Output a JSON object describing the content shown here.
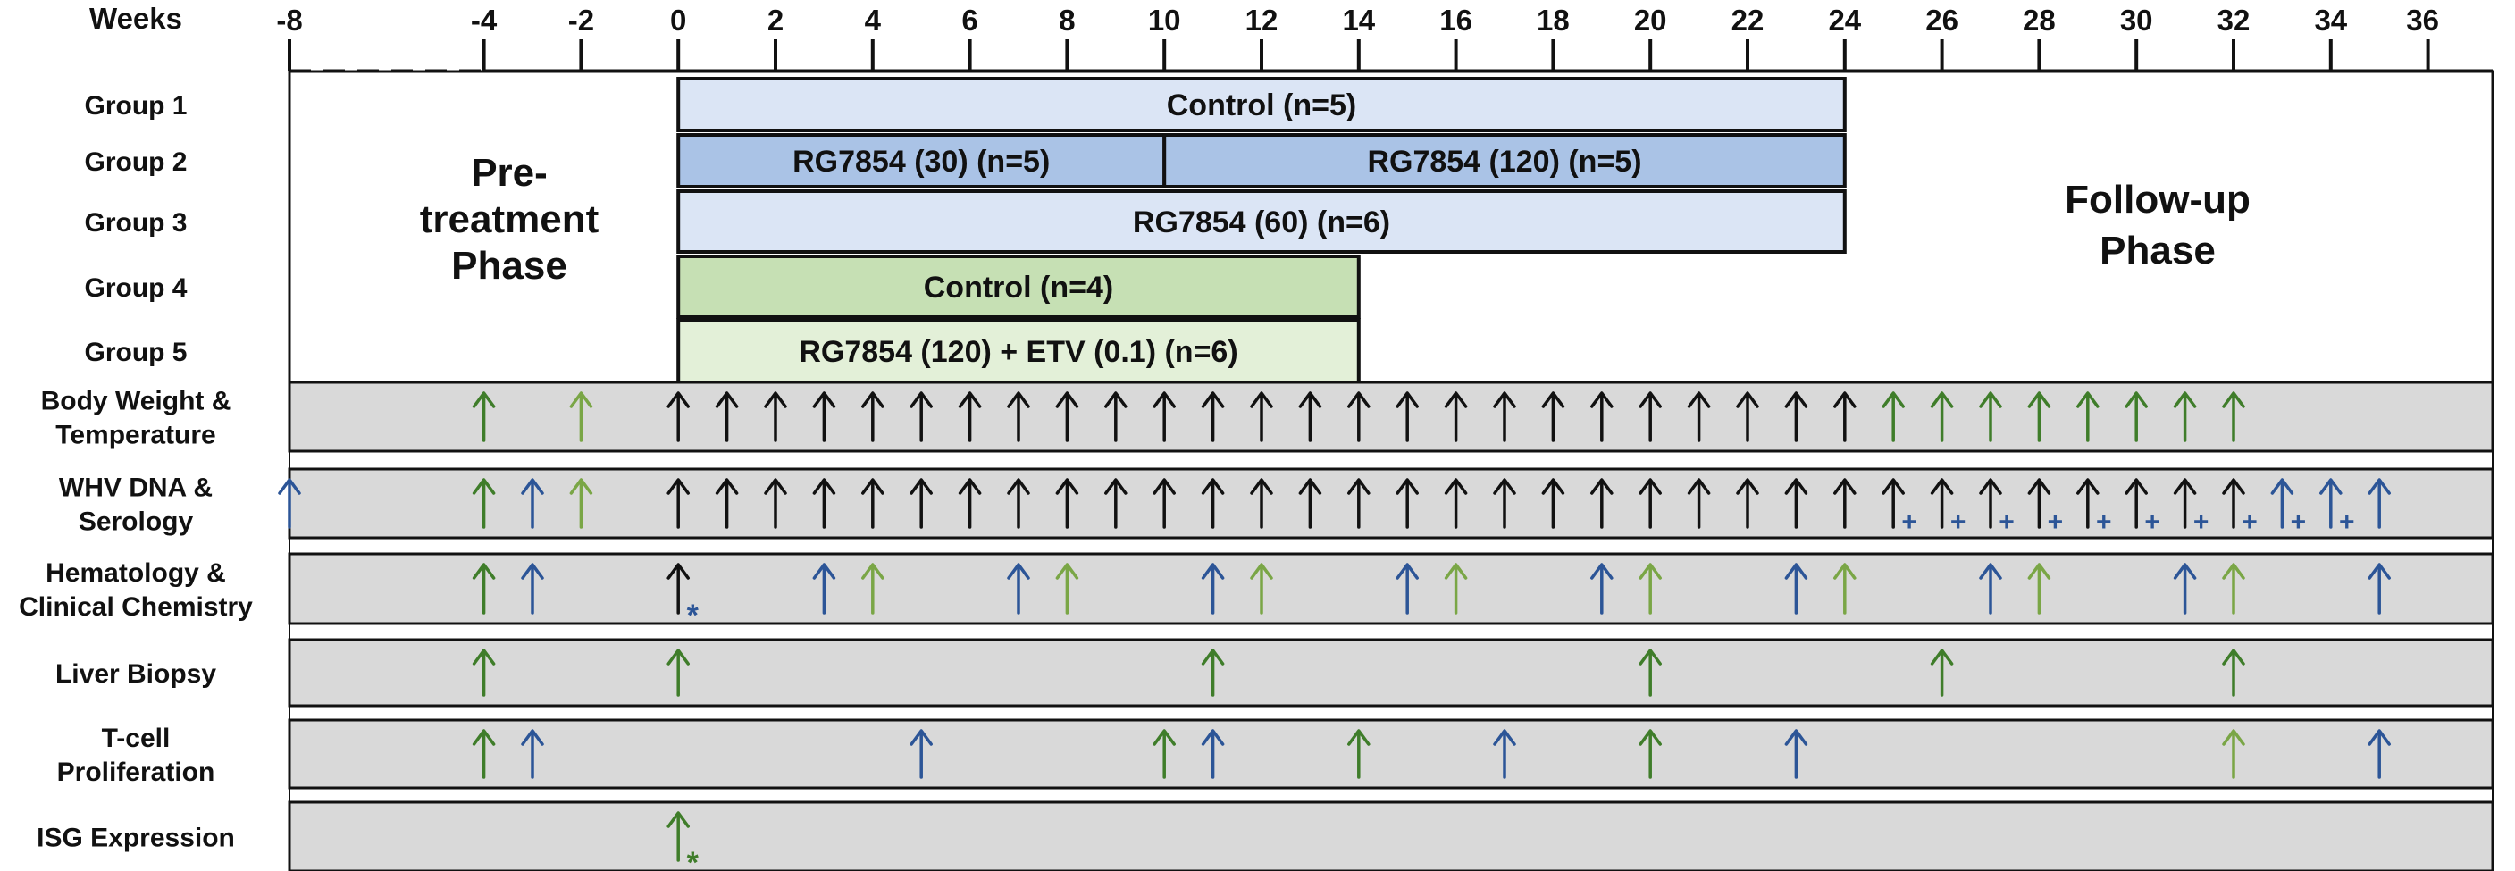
{
  "axis": {
    "label": "Weeks",
    "ticks": [
      -8,
      -4,
      -2,
      0,
      2,
      4,
      6,
      8,
      10,
      12,
      14,
      16,
      18,
      20,
      22,
      24,
      26,
      28,
      30,
      32,
      34,
      36
    ],
    "range": [
      -8,
      36
    ]
  },
  "colors": {
    "black": "#111111",
    "dark_green": "#3f7d2a",
    "light_green": "#7aa646",
    "blue": "#2c5597",
    "bar_light_blue": "#dbe5f5",
    "bar_mid_blue": "#aac3e6",
    "bar_green": "#c6e0b4",
    "bar_light_green": "#e3f0d8",
    "panel_gray": "#d9d9d9"
  },
  "groups": [
    {
      "label": "Group 1",
      "bars": [
        {
          "text": "Control (n=5)",
          "start": 0,
          "end": 24,
          "color": "bar_light_blue"
        }
      ]
    },
    {
      "label": "Group 2",
      "bars": [
        {
          "text": "RG7854 (30) (n=5)",
          "start": 0,
          "end": 10,
          "color": "bar_mid_blue"
        },
        {
          "text": "RG7854 (120) (n=5)",
          "start": 10,
          "end": 24,
          "color": "bar_mid_blue"
        }
      ]
    },
    {
      "label": "Group 3",
      "bars": [
        {
          "text": "RG7854 (60) (n=6)",
          "start": 0,
          "end": 24,
          "color": "bar_light_blue"
        }
      ]
    },
    {
      "label": "Group 4",
      "bars": [
        {
          "text": "Control (n=4)",
          "start": 0,
          "end": 14,
          "color": "bar_green"
        }
      ]
    },
    {
      "label": "Group 5",
      "bars": [
        {
          "text": "RG7854 (120) + ETV (0.1) (n=6)",
          "start": 0,
          "end": 14,
          "color": "bar_light_green"
        }
      ]
    }
  ],
  "phases": {
    "pretreatment": [
      "Pre-",
      "treatment",
      "Phase"
    ],
    "followup": [
      "Follow-up",
      "Phase"
    ]
  },
  "assays": [
    {
      "label": [
        "Body Weight &",
        "Temperature"
      ],
      "arrows": [
        {
          "week": -4,
          "color": "dark_green"
        },
        {
          "week": -2,
          "color": "light_green"
        },
        {
          "week": 0,
          "color": "black"
        },
        {
          "week": 1,
          "color": "black"
        },
        {
          "week": 2,
          "color": "black"
        },
        {
          "week": 3,
          "color": "black"
        },
        {
          "week": 4,
          "color": "black"
        },
        {
          "week": 5,
          "color": "black"
        },
        {
          "week": 6,
          "color": "black"
        },
        {
          "week": 7,
          "color": "black"
        },
        {
          "week": 8,
          "color": "black"
        },
        {
          "week": 9,
          "color": "black"
        },
        {
          "week": 10,
          "color": "black"
        },
        {
          "week": 11,
          "color": "black"
        },
        {
          "week": 12,
          "color": "black"
        },
        {
          "week": 13,
          "color": "black"
        },
        {
          "week": 14,
          "color": "black"
        },
        {
          "week": 15,
          "color": "black"
        },
        {
          "week": 16,
          "color": "black"
        },
        {
          "week": 17,
          "color": "black"
        },
        {
          "week": 18,
          "color": "black"
        },
        {
          "week": 19,
          "color": "black"
        },
        {
          "week": 20,
          "color": "black"
        },
        {
          "week": 21,
          "color": "black"
        },
        {
          "week": 22,
          "color": "black"
        },
        {
          "week": 23,
          "color": "black"
        },
        {
          "week": 24,
          "color": "black"
        },
        {
          "week": 25,
          "color": "dark_green"
        },
        {
          "week": 26,
          "color": "dark_green"
        },
        {
          "week": 27,
          "color": "dark_green"
        },
        {
          "week": 28,
          "color": "dark_green"
        },
        {
          "week": 29,
          "color": "dark_green"
        },
        {
          "week": 30,
          "color": "dark_green"
        },
        {
          "week": 31,
          "color": "dark_green"
        },
        {
          "week": 32,
          "color": "dark_green"
        }
      ]
    },
    {
      "label": [
        "WHV DNA &",
        "Serology"
      ],
      "arrows": [
        {
          "week": -8,
          "color": "blue"
        },
        {
          "week": -4,
          "color": "dark_green"
        },
        {
          "week": -3,
          "color": "blue"
        },
        {
          "week": -2,
          "color": "light_green"
        },
        {
          "week": 0,
          "color": "black"
        },
        {
          "week": 1,
          "color": "black"
        },
        {
          "week": 2,
          "color": "black"
        },
        {
          "week": 3,
          "color": "black"
        },
        {
          "week": 4,
          "color": "black"
        },
        {
          "week": 5,
          "color": "black"
        },
        {
          "week": 6,
          "color": "black"
        },
        {
          "week": 7,
          "color": "black"
        },
        {
          "week": 8,
          "color": "black"
        },
        {
          "week": 9,
          "color": "black"
        },
        {
          "week": 10,
          "color": "black"
        },
        {
          "week": 11,
          "color": "black"
        },
        {
          "week": 12,
          "color": "black"
        },
        {
          "week": 13,
          "color": "black"
        },
        {
          "week": 14,
          "color": "black"
        },
        {
          "week": 15,
          "color": "black"
        },
        {
          "week": 16,
          "color": "black"
        },
        {
          "week": 17,
          "color": "black"
        },
        {
          "week": 18,
          "color": "black"
        },
        {
          "week": 19,
          "color": "black"
        },
        {
          "week": 20,
          "color": "black"
        },
        {
          "week": 21,
          "color": "black"
        },
        {
          "week": 22,
          "color": "black"
        },
        {
          "week": 23,
          "color": "black"
        },
        {
          "week": 24,
          "color": "black"
        },
        {
          "week": 25,
          "color": "black",
          "mark": "+"
        },
        {
          "week": 26,
          "color": "black",
          "mark": "+"
        },
        {
          "week": 27,
          "color": "black",
          "mark": "+"
        },
        {
          "week": 28,
          "color": "black",
          "mark": "+"
        },
        {
          "week": 29,
          "color": "black",
          "mark": "+"
        },
        {
          "week": 30,
          "color": "black",
          "mark": "+"
        },
        {
          "week": 31,
          "color": "black",
          "mark": "+"
        },
        {
          "week": 32,
          "color": "black",
          "mark": "+"
        },
        {
          "week": 33,
          "color": "blue",
          "mark": "+"
        },
        {
          "week": 34,
          "color": "blue",
          "mark": "+"
        },
        {
          "week": 35,
          "color": "blue"
        }
      ]
    },
    {
      "label": [
        "Hematology &",
        "Clinical Chemistry"
      ],
      "arrows": [
        {
          "week": -4,
          "color": "dark_green"
        },
        {
          "week": -3,
          "color": "blue"
        },
        {
          "week": 0,
          "color": "black",
          "mark": "*"
        },
        {
          "week": 3,
          "color": "blue"
        },
        {
          "week": 4,
          "color": "light_green"
        },
        {
          "week": 7,
          "color": "blue"
        },
        {
          "week": 8,
          "color": "light_green"
        },
        {
          "week": 11,
          "color": "blue"
        },
        {
          "week": 12,
          "color": "light_green"
        },
        {
          "week": 15,
          "color": "blue"
        },
        {
          "week": 16,
          "color": "light_green"
        },
        {
          "week": 19,
          "color": "blue"
        },
        {
          "week": 20,
          "color": "light_green"
        },
        {
          "week": 23,
          "color": "blue"
        },
        {
          "week": 24,
          "color": "light_green"
        },
        {
          "week": 27,
          "color": "blue"
        },
        {
          "week": 28,
          "color": "light_green"
        },
        {
          "week": 31,
          "color": "blue"
        },
        {
          "week": 32,
          "color": "light_green"
        },
        {
          "week": 35,
          "color": "blue"
        }
      ]
    },
    {
      "label": [
        "Liver Biopsy"
      ],
      "arrows": [
        {
          "week": -4,
          "color": "dark_green"
        },
        {
          "week": 0,
          "color": "dark_green"
        },
        {
          "week": 11,
          "color": "dark_green"
        },
        {
          "week": 20,
          "color": "dark_green"
        },
        {
          "week": 26,
          "color": "dark_green"
        },
        {
          "week": 32,
          "color": "dark_green"
        }
      ]
    },
    {
      "label": [
        "T-cell",
        "Proliferation"
      ],
      "arrows": [
        {
          "week": -4,
          "color": "dark_green"
        },
        {
          "week": -3,
          "color": "blue"
        },
        {
          "week": 5,
          "color": "blue"
        },
        {
          "week": 10,
          "color": "dark_green"
        },
        {
          "week": 11,
          "color": "blue"
        },
        {
          "week": 14,
          "color": "dark_green"
        },
        {
          "week": 17,
          "color": "blue"
        },
        {
          "week": 20,
          "color": "dark_green"
        },
        {
          "week": 23,
          "color": "blue"
        },
        {
          "week": 32,
          "color": "light_green"
        },
        {
          "week": 35,
          "color": "blue"
        }
      ]
    },
    {
      "label": [
        "ISG Expression"
      ],
      "arrows": [
        {
          "week": 0,
          "color": "dark_green",
          "mark": "*"
        }
      ]
    }
  ]
}
